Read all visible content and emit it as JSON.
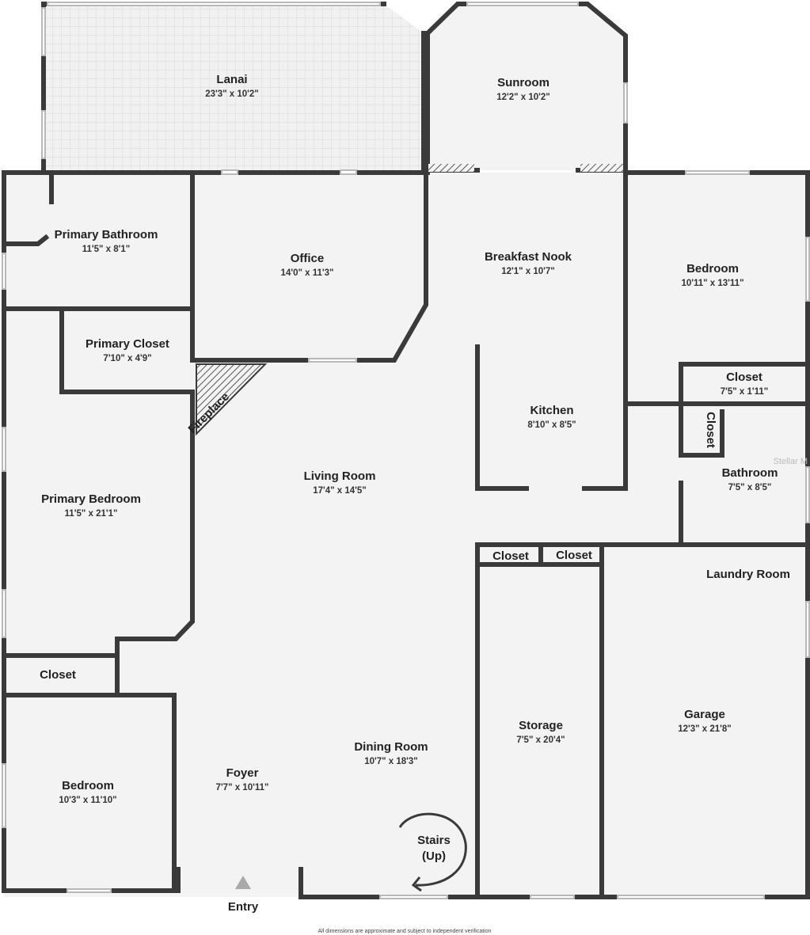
{
  "rooms": {
    "lanai": {
      "name": "Lanai",
      "dim": "23'3\" x 10'2\""
    },
    "sunroom": {
      "name": "Sunroom",
      "dim": "12'2\" x 10'2\""
    },
    "primary_bathroom": {
      "name": "Primary Bathroom",
      "dim": "11'5\" x 8'1\""
    },
    "office": {
      "name": "Office",
      "dim": "14'0\" x 11'3\""
    },
    "breakfast_nook": {
      "name": "Breakfast Nook",
      "dim": "12'1\" x 10'7\""
    },
    "bedroom_east": {
      "name": "Bedroom",
      "dim": "10'11\" x 13'11\""
    },
    "primary_closet": {
      "name": "Primary Closet",
      "dim": "7'10\" x 4'9\""
    },
    "closet_east": {
      "name": "Closet",
      "dim": "7'5\" x 1'11\""
    },
    "kitchen": {
      "name": "Kitchen",
      "dim": "8'10\" x 8'5\""
    },
    "closet_vertical": {
      "name": "Closet"
    },
    "living_room": {
      "name": "Living Room",
      "dim": "17'4\" x 14'5\""
    },
    "bathroom": {
      "name": "Bathroom",
      "dim": "7'5\" x 8'5\""
    },
    "primary_bedroom": {
      "name": "Primary Bedroom",
      "dim": "11'5\" x 21'1\""
    },
    "closet_a": {
      "name": "Closet"
    },
    "closet_b": {
      "name": "Closet"
    },
    "laundry_room": {
      "name": "Laundry Room"
    },
    "closet_west": {
      "name": "Closet"
    },
    "garage": {
      "name": "Garage",
      "dim": "12'3\" x 21'8\""
    },
    "storage": {
      "name": "Storage",
      "dim": "7'5\" x 20'4\""
    },
    "dining_room": {
      "name": "Dining Room",
      "dim": "10'7\" x 18'3\""
    },
    "foyer": {
      "name": "Foyer",
      "dim": "7'7\" x 10'11\""
    },
    "bedroom_west": {
      "name": "Bedroom",
      "dim": "10'3\" x 11'10\""
    },
    "stairs": {
      "line1": "Stairs",
      "line2": "(Up)"
    }
  },
  "fireplace_label": "Fireplace",
  "entry_label": "Entry",
  "watermark": "Stellar M",
  "disclaimer": "All dimensions are approximate and subject to independent verification",
  "colors": {
    "wall": "#3a3a3a",
    "floor": "#f3f3f3",
    "lanai_grid": "#d6d6d6",
    "background": "#ffffff"
  }
}
